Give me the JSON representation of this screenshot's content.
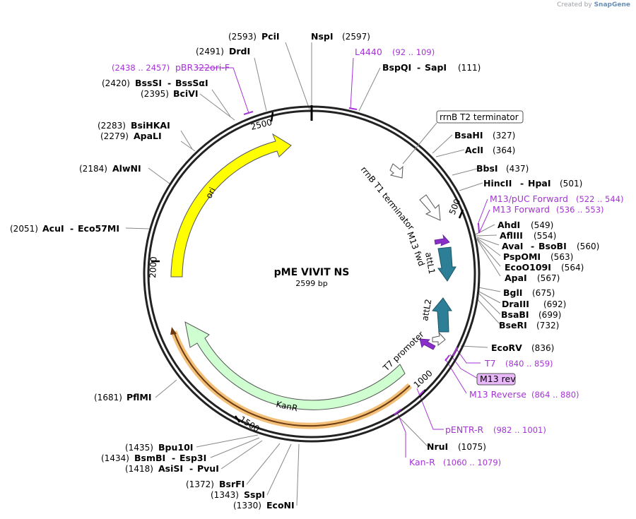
{
  "brand": {
    "prefix": "Created by",
    "name": "SnapGene"
  },
  "plasmid": {
    "name": "pME VIVIT NS",
    "length": "2599 bp"
  },
  "ticks": [
    "500",
    "1000",
    "1500",
    "2000",
    "2500"
  ],
  "features": {
    "rrnB_T2": "rrnB T2 terminator",
    "rrnB_T1": "rrnB T1 terminator",
    "M13_fwd": "M13 fwd",
    "attL1": "attL1",
    "attL2": "attL2",
    "T7_promoter": "T7 promoter",
    "M13_rev": "M13 rev",
    "KanR": "KanR",
    "ori": "ori"
  },
  "sites": [
    {
      "name": "PciI",
      "pos": "(2593)"
    },
    {
      "name": "NspI",
      "pos": "(2597)"
    },
    {
      "name": "DrdI",
      "pos": "(2491)"
    },
    {
      "name": "BssSI",
      "name2": "BssSαI",
      "pos": "(2420)"
    },
    {
      "name": "BciVI",
      "pos": "(2395)"
    },
    {
      "name": "BsiHKAI",
      "pos": "(2283)"
    },
    {
      "name": "ApaLI",
      "pos": "(2279)"
    },
    {
      "name": "AlwNI",
      "pos": "(2184)"
    },
    {
      "name": "AcuI",
      "name2": "Eco57MI",
      "pos": "(2051)"
    },
    {
      "name": "PflMI",
      "pos": "(1681)"
    },
    {
      "name": "Bpu10I",
      "pos": "(1435)"
    },
    {
      "name": "BsmBI",
      "name2": "Esp3I",
      "pos": "(1434)"
    },
    {
      "name": "AsiSI",
      "name2": "PvuI",
      "pos": "(1418)"
    },
    {
      "name": "BsrFI",
      "pos": "(1372)"
    },
    {
      "name": "SspI",
      "pos": "(1343)"
    },
    {
      "name": "EcoNI",
      "pos": "(1330)"
    },
    {
      "name": "BspQI",
      "name2": "SapI",
      "pos": "(111)"
    },
    {
      "name": "BsaHI",
      "pos": "(327)"
    },
    {
      "name": "AclI",
      "pos": "(364)"
    },
    {
      "name": "BbsI",
      "pos": "(437)"
    },
    {
      "name": "HincII",
      "name2": "HpaI",
      "pos": "(501)"
    },
    {
      "name": "AhdI",
      "pos": "(549)"
    },
    {
      "name": "AflIII",
      "pos": "(554)"
    },
    {
      "name": "AvaI",
      "name2": "BsoBI",
      "pos": "(560)"
    },
    {
      "name": "PspOMI",
      "pos": "(563)"
    },
    {
      "name": "EcoO109I",
      "pos": "(564)"
    },
    {
      "name": "ApaI",
      "pos": "(567)"
    },
    {
      "name": "BglI",
      "pos": "(675)"
    },
    {
      "name": "DraIII",
      "pos": "(692)"
    },
    {
      "name": "BsaBI",
      "pos": "(699)"
    },
    {
      "name": "BseRI",
      "pos": "(732)"
    },
    {
      "name": "EcoRV",
      "pos": "(836)"
    },
    {
      "name": "NruI",
      "pos": "(1075)"
    }
  ],
  "primers": [
    {
      "name": "pBR322ori-F",
      "range": "(2438 .. 2457)"
    },
    {
      "name": "L4440",
      "range": "(92 .. 109)"
    },
    {
      "name": "M13/pUC Forward",
      "range": "(522 .. 544)"
    },
    {
      "name": "M13 Forward",
      "range": "(536 .. 553)"
    },
    {
      "name": "T7",
      "range": "(840 .. 859)"
    },
    {
      "name": "M13 rev",
      "range": ""
    },
    {
      "name": "M13 Reverse",
      "range": "(864 .. 880)"
    },
    {
      "name": "pENTR-R",
      "range": "(982 .. 1001)"
    },
    {
      "name": "Kan-R",
      "range": "(1060 .. 1079)"
    }
  ],
  "colors": {
    "backbone": "#222222",
    "ori": "#ffff00",
    "kanr": "#cfffd0",
    "kanr_highlight": "#f2b96b",
    "att": "#2c7f96",
    "primer": "#a533d6",
    "primer_arrow": "#8a2ec9",
    "terminator": "#ffffff",
    "leader_line": "#888888"
  }
}
